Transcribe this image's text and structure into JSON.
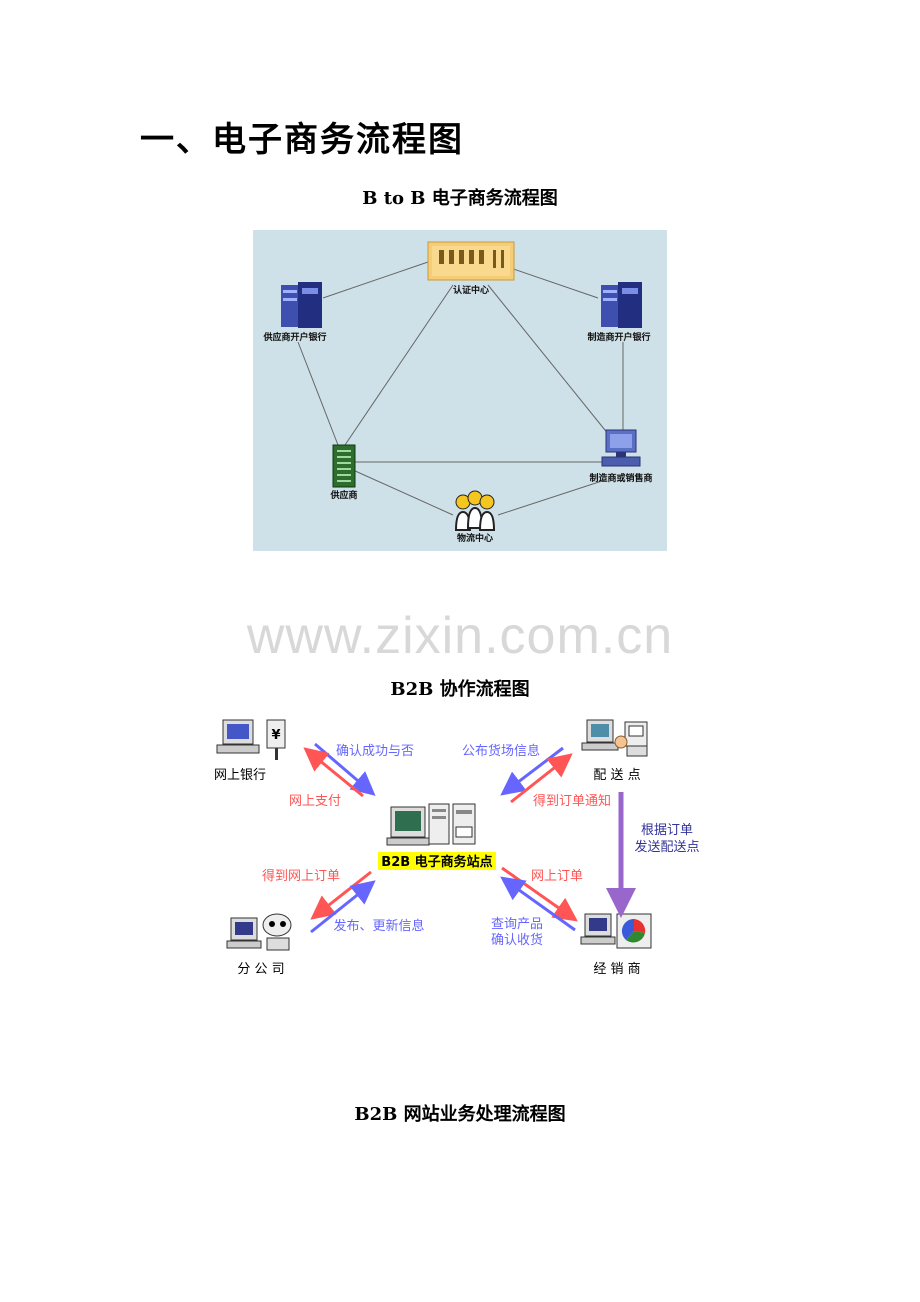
{
  "heading": "一、电子商务流程图",
  "captions": {
    "b2b_flow": "B to B 电子商务流程图",
    "b2b_collab": "B2B 协作流程图",
    "b2b_site": "B2B 网站业务处理流程图"
  },
  "watermark": "www.zixin.com.cn",
  "diagram1": {
    "background": "#cfe1e8",
    "nodes": {
      "cert": "认证中心",
      "supplier_bank": "供应商开户银行",
      "maker_bank": "制造商开户银行",
      "supplier": "供应商",
      "maker": "制造商或销售商",
      "logistics": "物流中心"
    }
  },
  "diagram2": {
    "center": "B2B 电子商务站点",
    "nodes": {
      "bank": "网上银行",
      "delivery": "配 送 点",
      "branch": "分 公 司",
      "dealer": "经 销 商"
    },
    "arrows": {
      "confirm_success": "确认成功与否",
      "online_payment": "网上支付",
      "publish_goods": "公布货场信息",
      "order_notice": "得到订单通知",
      "by_order_line1": "根据订单",
      "by_order_line2": "发送配送点",
      "get_online_order": "得到网上订单",
      "publish_update": "发布、更新信息",
      "online_order": "网上订单",
      "query_line1": "查询产品",
      "query_line2": "确认收货"
    },
    "colors": {
      "blue": "#6666ff",
      "red": "#ff5555",
      "purple": "#9966cc"
    }
  }
}
